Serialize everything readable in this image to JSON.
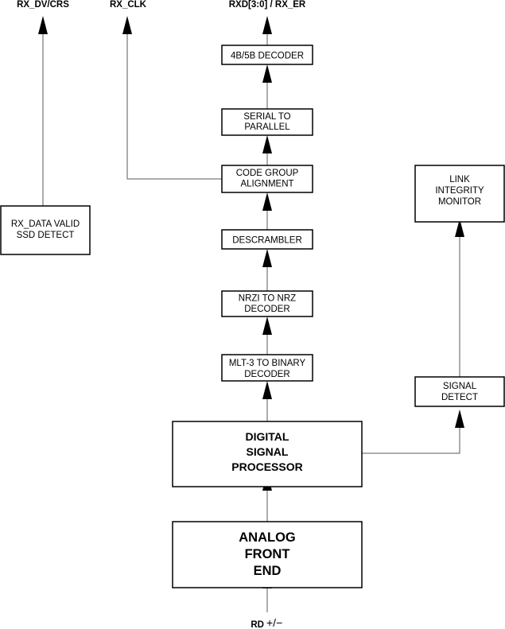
{
  "signals": {
    "rx_dv_crs": "RX_DV/CRS",
    "rx_clk": "RX_CLK",
    "rxd_rx_er": "RXD[3:0] / RX_ER",
    "rd_label": "RD",
    "rd_polarity": "+/−"
  },
  "blocks": {
    "decoder_4b5b": [
      "4B/5B DECODER"
    ],
    "serial_to_parallel": [
      "SERIAL TO",
      "PARALLEL"
    ],
    "code_group_alignment": [
      "CODE GROUP",
      "ALIGNMENT"
    ],
    "descrambler": [
      "DESCRAMBLER"
    ],
    "nrzi_to_nrz": [
      "NRZI TO NRZ",
      "DECODER"
    ],
    "mlt3_to_binary": [
      "MLT-3 TO BINARY",
      "DECODER"
    ],
    "dsp": [
      "DIGITAL",
      "SIGNAL",
      "PROCESSOR"
    ],
    "afe": [
      "ANALOG",
      "FRONT",
      "END"
    ],
    "rx_data_valid": [
      "RX_DATA VALID",
      "SSD DETECT"
    ],
    "link_integrity": [
      "LINK",
      "INTEGRITY",
      "MONITOR"
    ],
    "signal_detect": [
      "SIGNAL",
      "DETECT"
    ]
  }
}
